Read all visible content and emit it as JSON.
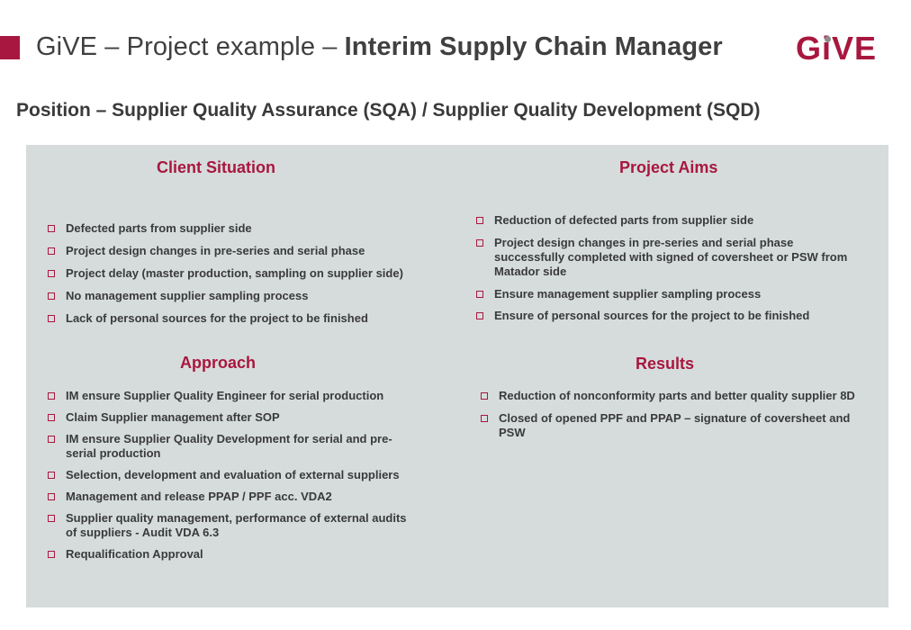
{
  "header": {
    "title_prefix": "GiVE – Project example – ",
    "title_bold": "Interim Supply Chain Manager",
    "logo": {
      "g": "G",
      "i": "i",
      "ve": "VE"
    }
  },
  "position_heading": "Position – Supplier Quality Assurance (SQA) / Supplier Quality Development (SQD)",
  "sections": {
    "client_situation": {
      "title": "Client Situation",
      "items": [
        "Defected parts from supplier side",
        "Project design changes in pre-series and serial phase",
        "Project delay (master production, sampling on supplier side)",
        "No management supplier sampling process",
        "Lack of personal sources for the project to be finished"
      ]
    },
    "project_aims": {
      "title": "Project Aims",
      "items": [
        "Reduction of defected parts from supplier side",
        "Project design changes in pre-series and serial phase successfully completed with signed of coversheet or PSW from Matador side",
        "Ensure management supplier sampling process",
        "Ensure of personal sources for the project to be finished"
      ]
    },
    "approach": {
      "title": "Approach",
      "items": [
        "IM ensure Supplier Quality Engineer for serial production",
        "Claim Supplier management after SOP",
        "IM ensure Supplier Quality Development for serial and pre-serial production",
        "Selection, development and evaluation of external suppliers",
        "Management and release PPAP / PPF acc. VDA2",
        "Supplier quality management, performance of external audits of suppliers - Audit VDA 6.3",
        "Requalification Approval"
      ]
    },
    "results": {
      "title": "Results",
      "items": [
        "Reduction of nonconformity parts and better quality supplier 8D",
        "Closed of opened PPF and PPAP – signature of coversheet and PSW"
      ]
    }
  },
  "colors": {
    "accent": "#a8173f",
    "panel_bg": "#d6dcdc",
    "text": "#3a3a3a",
    "logo_dot": "#8c8c8c"
  }
}
